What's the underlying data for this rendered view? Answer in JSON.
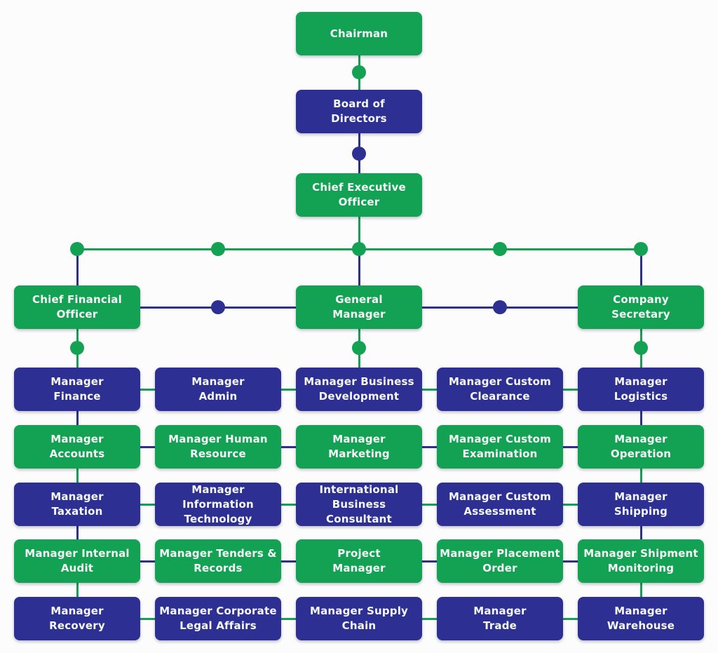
{
  "colors": {
    "green": "#13A153",
    "navy": "#2D3092",
    "background": "#FCFCFC",
    "label_text": "#F6F8F7"
  },
  "org_chart": {
    "top": [
      {
        "id": "chairman",
        "label": "Chairman"
      },
      {
        "id": "board-of-directors",
        "label": "Board of\nDirectors"
      },
      {
        "id": "chief-executive-officer",
        "label": "Chief Executive\nOfficer"
      }
    ],
    "executives": [
      {
        "id": "chief-financial-officer",
        "label": "Chief Financial\nOfficer"
      },
      {
        "id": "general-manager",
        "label": "General\nManager"
      },
      {
        "id": "company-secretary",
        "label": "Company\nSecretary"
      }
    ],
    "grid_rows": [
      {
        "color": "navy",
        "cells": [
          "Manager\nFinance",
          "Manager\nAdmin",
          "Manager Business\nDevelopment",
          "Manager Custom\nClearance",
          "Manager\nLogistics"
        ]
      },
      {
        "color": "green",
        "cells": [
          "Manager\nAccounts",
          "Manager Human\nResource",
          "Manager\nMarketing",
          "Manager Custom\nExamination",
          "Manager\nOperation"
        ]
      },
      {
        "color": "navy",
        "cells": [
          "Manager\nTaxation",
          "Manager Information\nTechnology",
          "International Business\nConsultant",
          "Manager Custom\nAssessment",
          "Manager\nShipping"
        ]
      },
      {
        "color": "green",
        "cells": [
          "Manager Internal\nAudit",
          "Manager Tenders &\nRecords",
          "Project\nManager",
          "Manager Placement\nOrder",
          "Manager Shipment\nMonitoring"
        ]
      },
      {
        "color": "navy",
        "cells": [
          "Manager\nRecovery",
          "Manager Corporate\nLegal Affairs",
          "Manager Supply\nChain",
          "Manager\nTrade",
          "Manager\nWarehouse"
        ]
      }
    ]
  }
}
